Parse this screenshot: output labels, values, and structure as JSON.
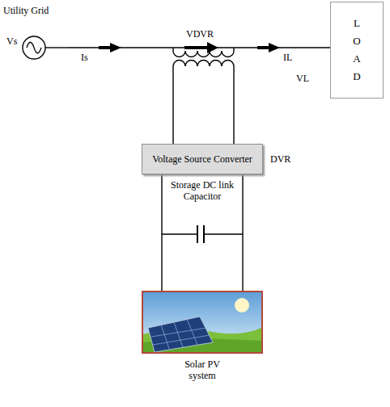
{
  "diagram": {
    "nodes": [
      {
        "text": [
          "Utility Grid"
        ]
      },
      {
        "text": [
          "LOAD"
        ]
      },
      {
        "text": [
          "Voltage Source Converter"
        ]
      },
      {
        "text": [
          "Solar PV system"
        ]
      }
    ],
    "edges": [
      {
        "from": 0,
        "to": 1,
        "arrow": "none"
      },
      {
        "from": 2,
        "to": 3,
        "arrow": "none"
      }
    ],
    "labels": [
      "Vs",
      "Is",
      "VDVR",
      "IL",
      "VL",
      "DVR",
      "Storage DC link Capacitor"
    ]
  }
}
